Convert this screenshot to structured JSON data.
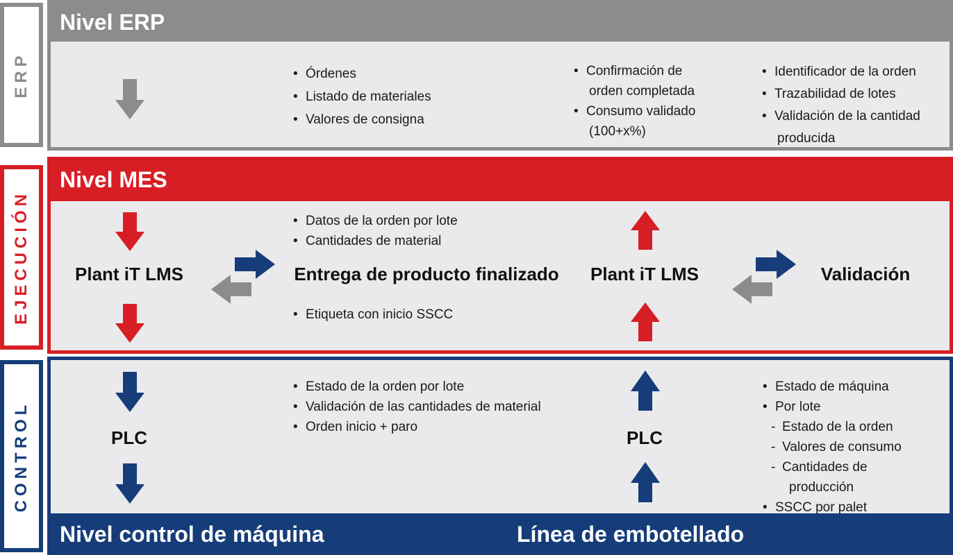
{
  "side_labels": {
    "erp": "ERP",
    "ejecucion": "EJECUCIÓN",
    "control": "CONTROL"
  },
  "headers": {
    "erp": "Nivel ERP",
    "mes": "Nivel MES",
    "machine": "Nivel control de máquina",
    "bottling": "Línea de embotellado"
  },
  "erp_lists": {
    "left": [
      "Órdenes",
      "Listado de materiales",
      "Valores de consigna"
    ],
    "middle": [
      {
        "text": "Confirmación de",
        "kind": "b"
      },
      {
        "text": "orden completada",
        "kind": "c"
      },
      {
        "text": "Consumo validado",
        "kind": "b"
      },
      {
        "text": "(100+x%)",
        "kind": "c"
      }
    ],
    "right": [
      {
        "text": "Identificador de la orden",
        "kind": "b"
      },
      {
        "text": "Trazabilidad de lotes",
        "kind": "b"
      },
      {
        "text": "Validación de la cantidad",
        "kind": "b"
      },
      {
        "text": "producida",
        "kind": "c"
      }
    ]
  },
  "mes_nodes": {
    "left": "Plant iT LMS",
    "center": "Entrega de producto finalizado",
    "right": "Plant iT LMS",
    "far_right": "Validación"
  },
  "mes_lists": {
    "top": [
      "Datos de la orden por lote",
      "Cantidades de material"
    ],
    "bottom": [
      "Etiqueta con inicio SSCC"
    ]
  },
  "control_nodes": {
    "left": "PLC",
    "right": "PLC"
  },
  "control_lists": {
    "middle": [
      "Estado de la orden por lote",
      "Validación de las cantidades de material",
      "Orden inicio + paro"
    ],
    "right": [
      {
        "text": "Estado de máquina",
        "kind": "b"
      },
      {
        "text": "Por lote",
        "kind": "b"
      },
      {
        "text": "Estado de la orden",
        "kind": "d"
      },
      {
        "text": "Valores de consumo",
        "kind": "d"
      },
      {
        "text": "Cantidades de",
        "kind": "d"
      },
      {
        "text": "producción",
        "kind": "cd"
      },
      {
        "text": "SSCC por palet",
        "kind": "b"
      }
    ]
  },
  "colors": {
    "gray": "#8c8c8c",
    "red": "#d81e25",
    "blue": "#163d7a",
    "panel": "#eaeaec"
  }
}
